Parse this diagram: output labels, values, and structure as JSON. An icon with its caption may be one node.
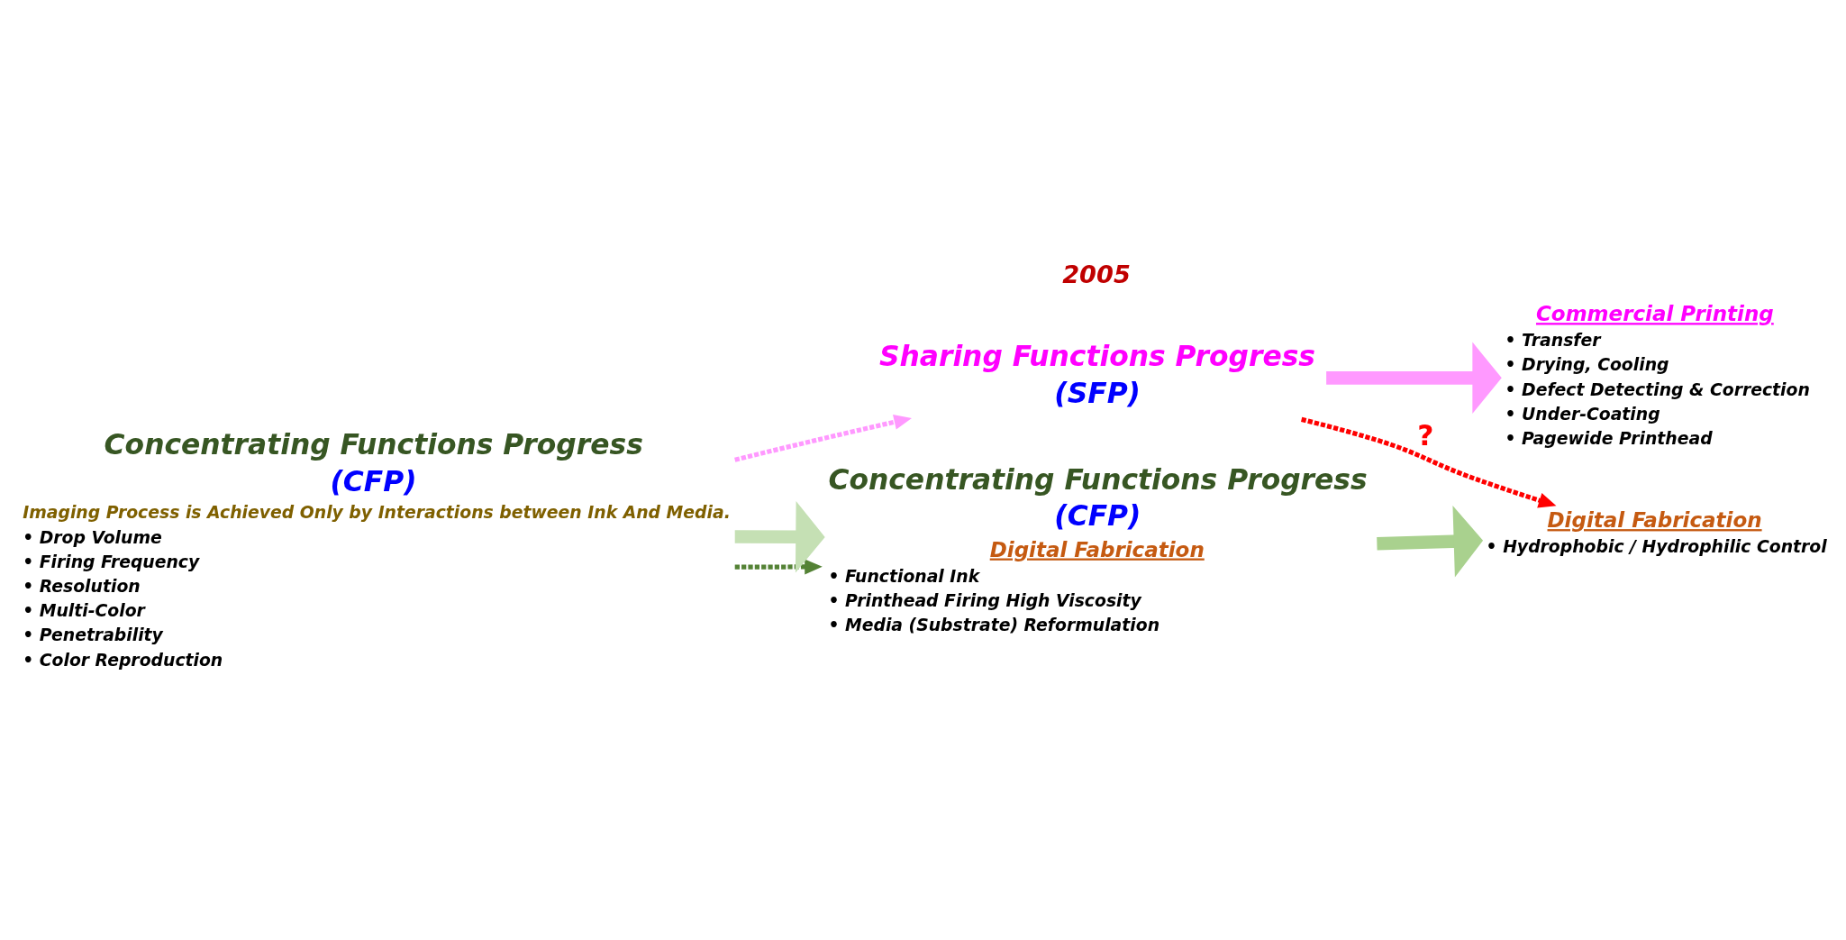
{
  "diagram": {
    "nodes": [
      {
        "text": [
          "Concentrating Functions Progress",
          "(CFP)",
          "Imaging Process is Achieved Only by Interactions between Ink And Media.",
          "• Drop Volume",
          "• Firing Frequency",
          "• Resolution",
          "• Multi-Color",
          "• Penetrability",
          "• Color Reproduction"
        ]
      },
      {
        "text": [
          "Sharing Functions Progress",
          "(SFP)"
        ]
      },
      {
        "text": [
          "Concentrating Functions Progress",
          "(CFP)",
          "Digital Fabrication",
          "• Functional Ink",
          "• Printhead Firing High Viscosity",
          "• Media (Substrate) Reformulation"
        ]
      },
      {
        "text": [
          "Commercial Printing",
          "• Transfer",
          "• Drying, Cooling",
          "• Defect Detecting & Correction",
          "• Under-Coating",
          "• Pagewide Printhead"
        ]
      },
      {
        "text": [
          "Digital Fabrication",
          "• Hydrophobic / Hydrophilic Control"
        ]
      }
    ],
    "edges": [
      {
        "from": 0,
        "to": 1,
        "arrow": "to",
        "style": "dashed",
        "color": "#ff99ff"
      },
      {
        "from": 0,
        "to": 2,
        "arrow": "to",
        "style": "dashed",
        "color": "#548235"
      },
      {
        "from": 0,
        "to": 2,
        "arrow": "to",
        "style": "thick",
        "color": "#c5e0b4"
      },
      {
        "from": 1,
        "to": 3,
        "arrow": "to",
        "style": "thick",
        "color": "#ff99ff"
      },
      {
        "from": 2,
        "to": 4,
        "arrow": "to",
        "style": "thick",
        "color": "#a9d18e"
      },
      {
        "from": 1,
        "to": 4,
        "arrow": "to",
        "style": "dashed",
        "color": "#ff0000",
        "label": "?"
      }
    ],
    "labels": [
      "2005"
    ]
  }
}
